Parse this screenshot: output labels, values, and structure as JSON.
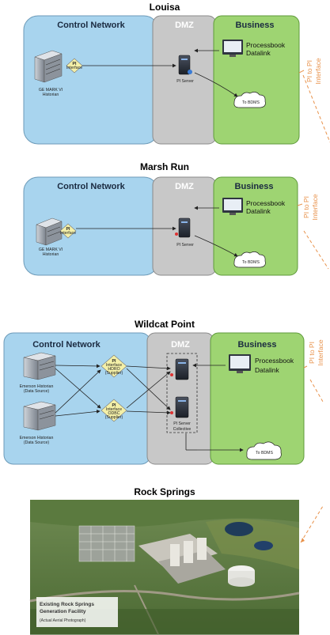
{
  "sections": [
    {
      "title": "Louisa",
      "zones": {
        "control": "Control Network",
        "dmz": "DMZ",
        "business": "Business"
      },
      "historian_label_1": "GE MARK VI",
      "historian_label_2": "Historian",
      "pi_interface": [
        "PI",
        "Interface"
      ],
      "pi_server": "PI Server",
      "processbook_1": "Processbook",
      "processbook_2": "Datalink",
      "cloud": "To BDMS",
      "link_1": "PI to PI",
      "link_2": "Interface"
    },
    {
      "title": "Marsh Run",
      "zones": {
        "control": "Control Network",
        "dmz": "DMZ",
        "business": "Business"
      },
      "historian_label_1": "GE MARK VI",
      "historian_label_2": "Historian",
      "pi_interface": [
        "PI",
        "Interface"
      ],
      "pi_server": "PI Server",
      "processbook_1": "Processbook",
      "processbook_2": "Datalink",
      "cloud": "To BDMS",
      "link_1": "PI to PI",
      "link_2": "Interface"
    },
    {
      "title": "Wildcat Point",
      "zones": {
        "control": "Control Network",
        "dmz": "DMZ",
        "business": "Business"
      },
      "historian_a_1": "Emerson Historian",
      "historian_a_2": "(Data Source)",
      "historian_b_1": "Emerson Historian",
      "historian_b_2": "(Data Source)",
      "pi_interface_a": [
        "PI",
        "Interface",
        "HDRO",
        "(Supplier)"
      ],
      "pi_interface_b": [
        "PI",
        "Interface",
        "ODBC",
        "(Supplier)"
      ],
      "pi_server_1": "PI Server",
      "pi_server_2": "Collective",
      "processbook_1": "Processbook",
      "processbook_2": "Datalink",
      "cloud": "To BDMS",
      "link_1": "PI to PI",
      "link_2": "Interface"
    },
    {
      "title": "Rock Springs",
      "caption_1": "Existing Rock Springs",
      "caption_2": "Generation Facility",
      "caption_3": "(Actual Aerial Photograph)"
    }
  ],
  "colors": {
    "control_zone": "#a8d4ee",
    "dmz_zone": "#c8c8c8",
    "business_zone": "#9ed472",
    "link_label": "#e8914a"
  }
}
